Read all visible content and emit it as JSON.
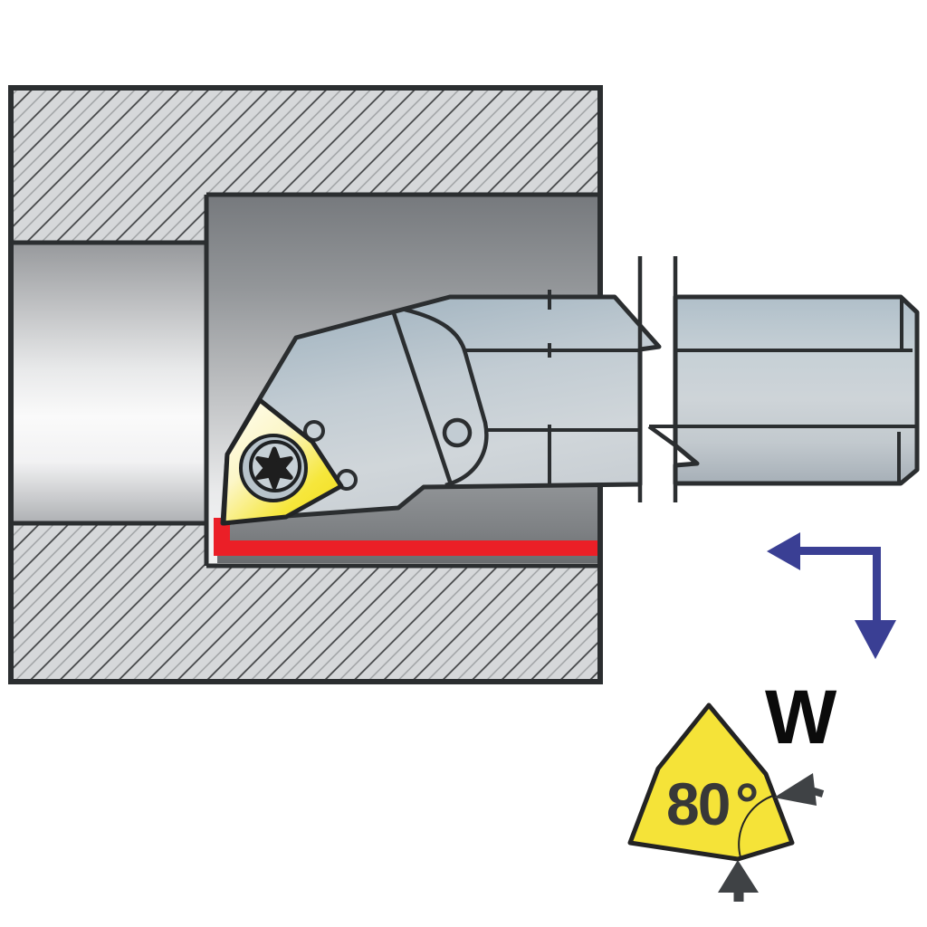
{
  "figure": {
    "type": "machining-application-diagram",
    "description": "Internal turning / boring operation: boring bar with trigon insert cutting a counterbore, shown in cross-section",
    "labels": {
      "insert_shape_code": "W",
      "insert_nose_angle": "80",
      "degree_symbol": "°"
    },
    "icons": [
      "feed-direction-arrow",
      "insert-shape-symbol",
      "torx-screw-icon",
      "break-symbol"
    ],
    "colors": {
      "insert_yellow": "#f5e338",
      "machined_surface_red": "#eb1f27",
      "feed_arrow_blue": "#3a3f94",
      "outline_dark": "#2b2e30",
      "workpiece_hatch_bg": "#d6d8da",
      "bar_steel_light": "#c6d0d6",
      "label_black": "#0b0b0b",
      "angle_text_gray": "#383838"
    }
  }
}
